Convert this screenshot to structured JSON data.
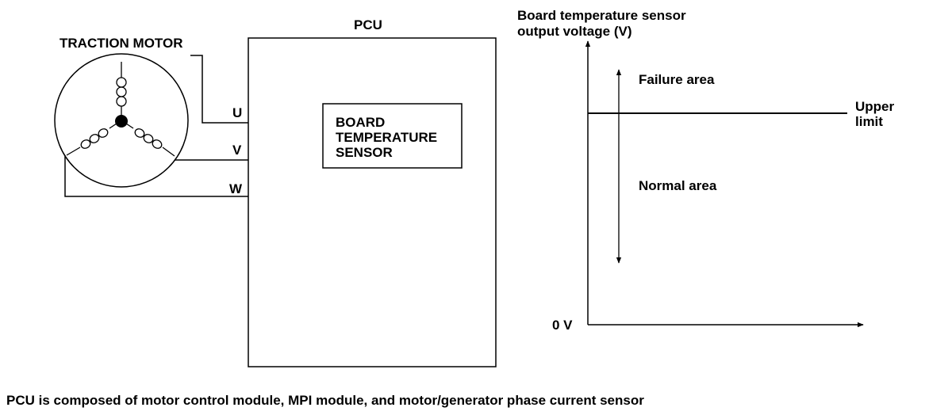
{
  "motor": {
    "label": "TRACTION MOTOR"
  },
  "phases": {
    "u": "U",
    "v": "V",
    "w": "W"
  },
  "pcu": {
    "label": "PCU"
  },
  "sensor": {
    "line1": "BOARD",
    "line2": "TEMPERATURE",
    "line3": "SENSOR"
  },
  "graph": {
    "ylabel_line1": "Board temperature sensor",
    "ylabel_line2": "output voltage (V)",
    "failure_area": "Failure area",
    "normal_area": "Normal area",
    "upper_limit_line1": "Upper",
    "upper_limit_line2": "limit",
    "zero": "0 V"
  },
  "caption": "PCU is composed of motor control module, MPI module, and motor/generator phase current sensor"
}
